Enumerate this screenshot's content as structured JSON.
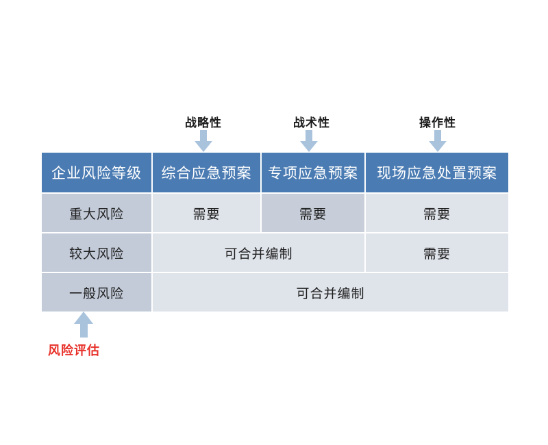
{
  "diagram": {
    "title_top_labels": [
      {
        "text": "战略性",
        "target_column": "综合应急预案"
      },
      {
        "text": "战术性",
        "target_column": "专项应急预案"
      },
      {
        "text": "操作性",
        "target_column": "现场应急处置预案"
      }
    ],
    "bottom_caption": "风险评估",
    "colors": {
      "header_blue": "#4a7bb2",
      "row_header_gray": "#c3cbd9",
      "data_cell_gray": "#dfe3ea",
      "highlight_cell_gray": "#c7ced9",
      "arrow_blue": "#a9c3dd",
      "caption_red": "#e8312a",
      "gridline_white": "#ffffff"
    },
    "icons": {
      "down_arrow": "arrow-down-icon",
      "up_arrow": "arrow-up-icon"
    }
  },
  "table": {
    "headers": [
      "企业风险等级",
      "综合应急预案",
      "专项应急预案",
      "现场应急处置预案"
    ],
    "rows": [
      {
        "risk_level": "重大风险",
        "cells": [
          {
            "text": "需要",
            "span": 1,
            "highlight": false
          },
          {
            "text": "需要",
            "span": 1,
            "highlight": true
          },
          {
            "text": "需要",
            "span": 1,
            "highlight": false
          }
        ]
      },
      {
        "risk_level": "较大风险",
        "cells": [
          {
            "text": "可合并编制",
            "span": 2,
            "highlight": false
          },
          {
            "text": "需要",
            "span": 1,
            "highlight": false
          }
        ]
      },
      {
        "risk_level": "一般风险",
        "cells": [
          {
            "text": "可合并编制",
            "span": 3,
            "highlight": false
          }
        ]
      }
    ]
  }
}
